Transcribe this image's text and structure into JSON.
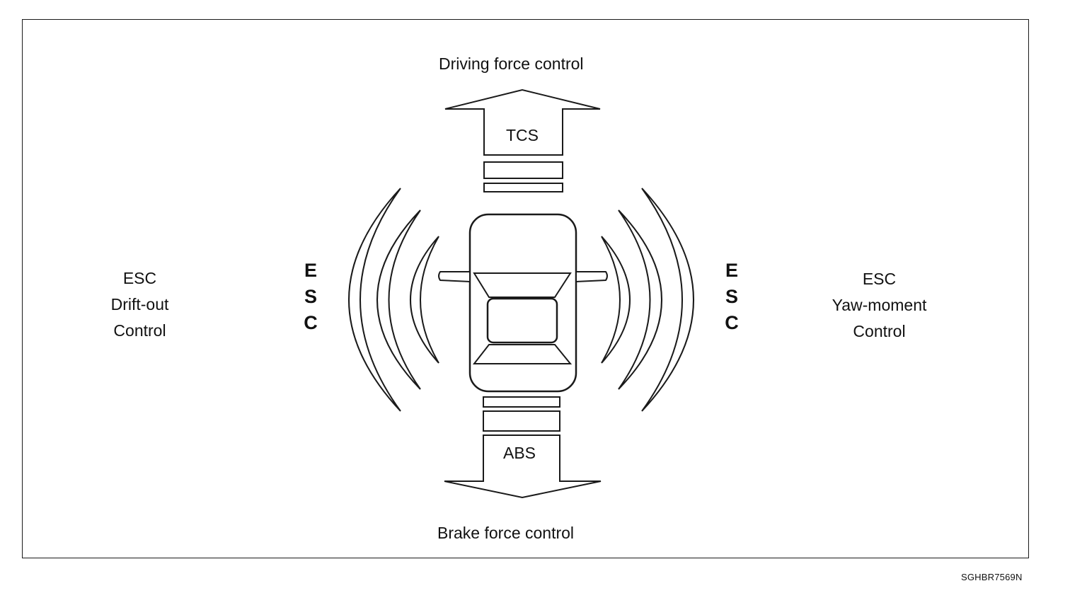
{
  "top": {
    "title": "Driving force control",
    "arrow_label": "TCS"
  },
  "bottom": {
    "title": "Brake force control",
    "arrow_label": "ABS"
  },
  "left": {
    "lines": [
      "ESC",
      "Drift-out",
      "Control"
    ],
    "vertical_letters": [
      "E",
      "S",
      "C"
    ]
  },
  "right": {
    "lines": [
      "ESC",
      "Yaw-moment",
      "Control"
    ],
    "vertical_letters": [
      "E",
      "S",
      "C"
    ]
  },
  "figure_code": "SGHBR7569N"
}
